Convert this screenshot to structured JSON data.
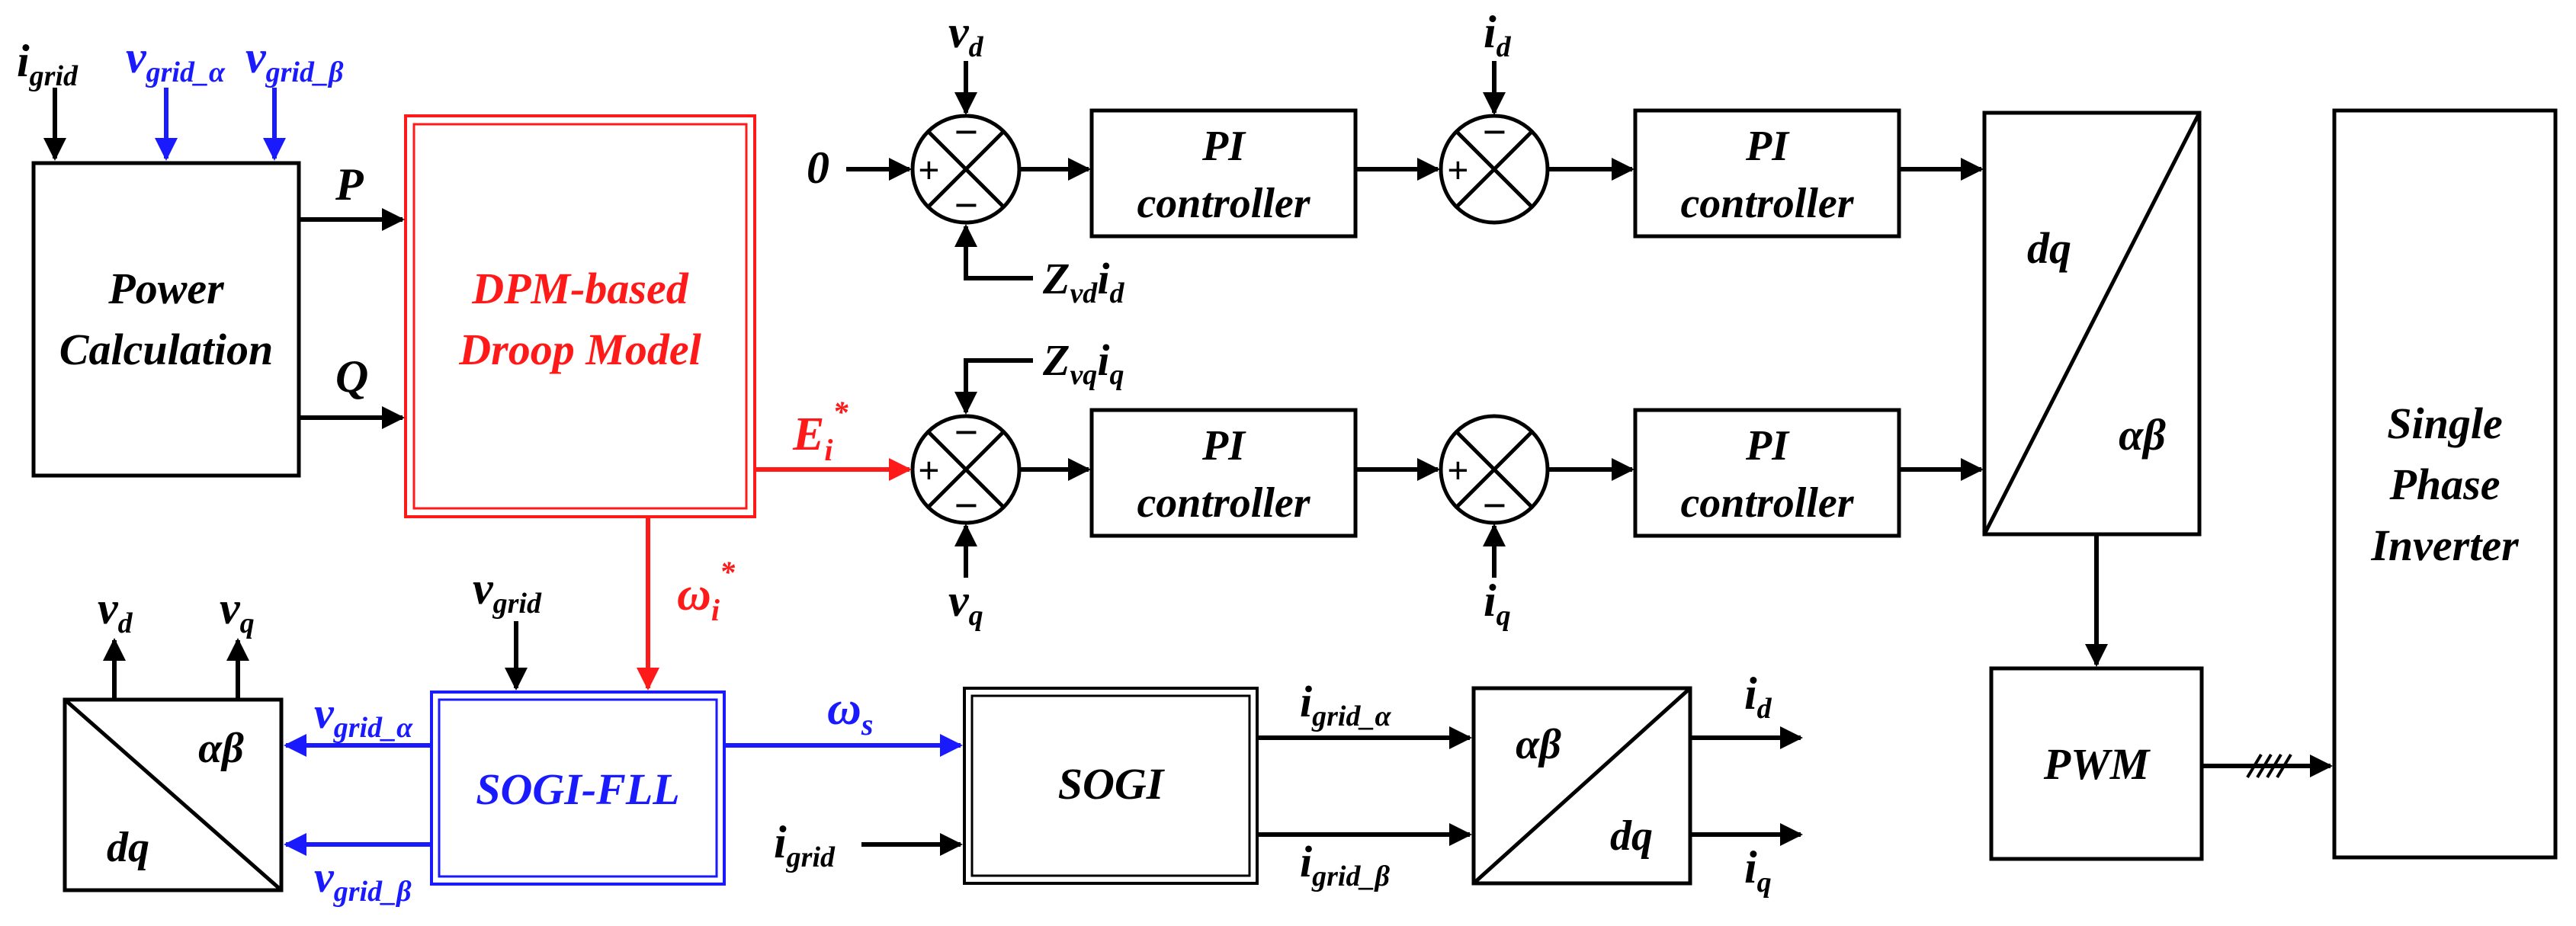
{
  "colors": {
    "black": "#000000",
    "blue": "#1a1aff",
    "red": "#ff1a1a"
  },
  "blocks": {
    "power_calc": [
      "Power",
      "Calculation"
    ],
    "droop": [
      "DPM-based",
      "Droop Model"
    ],
    "pi_label": "PI",
    "pi_sub": "controller",
    "dq_ab_top": "dq",
    "dq_ab_bottom": "αβ",
    "inverter": [
      "Single",
      "Phase",
      "Inverter"
    ],
    "pwm": "PWM",
    "sogi_fll": "SOGI-FLL",
    "sogi": "SOGI",
    "ab_dq_left_top": "αβ",
    "ab_dq_left_bottom": "dq",
    "ab_dq_right_top": "αβ",
    "ab_dq_right_bottom": "dq"
  },
  "signals": {
    "i_grid": {
      "base": "i",
      "sub": "grid"
    },
    "v_grid_alpha": {
      "base": "v",
      "sub": "grid_α"
    },
    "v_grid_beta": {
      "base": "v",
      "sub": "grid_β"
    },
    "P": "P",
    "Q": "Q",
    "zero": "0",
    "v_d": {
      "base": "v",
      "sub": "d"
    },
    "v_q": {
      "base": "v",
      "sub": "q"
    },
    "i_d": {
      "base": "i",
      "sub": "d"
    },
    "i_q": {
      "base": "i",
      "sub": "q"
    },
    "z_vd_id": {
      "a": "Z",
      "asub": "vd",
      "b": "i",
      "bsub": "d"
    },
    "z_vq_iq": {
      "a": "Z",
      "asub": "vq",
      "b": "i",
      "bsub": "q"
    },
    "E_star": {
      "base": "E",
      "sub": "i",
      "sup": "*"
    },
    "omega_star": {
      "base": "ω",
      "sub": "i",
      "sup": "*"
    },
    "v_grid": {
      "base": "v",
      "sub": "grid"
    },
    "omega_s": {
      "base": "ω",
      "sub": "s"
    },
    "i_grid_alpha": {
      "base": "i",
      "sub": "grid_α"
    },
    "i_grid_beta": {
      "base": "i",
      "sub": "grid_β"
    },
    "plus": "+",
    "minus": "−"
  }
}
